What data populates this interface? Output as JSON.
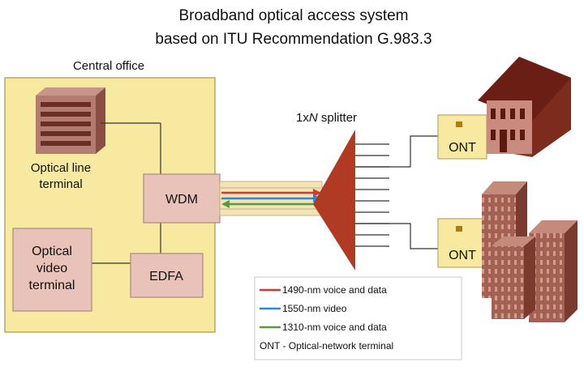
{
  "title": {
    "line1": "Broadband optical access system",
    "line2": "based on ITU Recommendation G.983.3"
  },
  "central_office": {
    "label": "Central office",
    "olt_label_1": "Optical line",
    "olt_label_2": "terminal",
    "wdm_label": "WDM",
    "edfa_label": "EDFA",
    "ovt_label_1": "Optical",
    "ovt_label_2": "video",
    "ovt_label_3": "terminal"
  },
  "splitter": {
    "label_prefix": "1x",
    "label_n": "N",
    "label_suffix": " splitter"
  },
  "ont": {
    "top_label": "ONT",
    "bottom_label": "ONT"
  },
  "legend": {
    "items": [
      {
        "label": "1490-nm voice and data",
        "color": "#d43a2a"
      },
      {
        "label": "1550-nm video",
        "color": "#2e86d6"
      },
      {
        "label": "1310-nm voice and data",
        "color": "#5a9a3a"
      }
    ],
    "note": "ONT - Optical-network terminal"
  },
  "colors": {
    "office_fill": "#f8e9a0",
    "office_stroke": "#b8a860",
    "box_fill": "#e9c3b9",
    "box_stroke": "#a88a80",
    "ont_fill": "#f8e9a0",
    "splitter": "#b03a22",
    "house_roof": "#6b1f14",
    "house_wall": "#8a3424",
    "building": "#a36152"
  }
}
